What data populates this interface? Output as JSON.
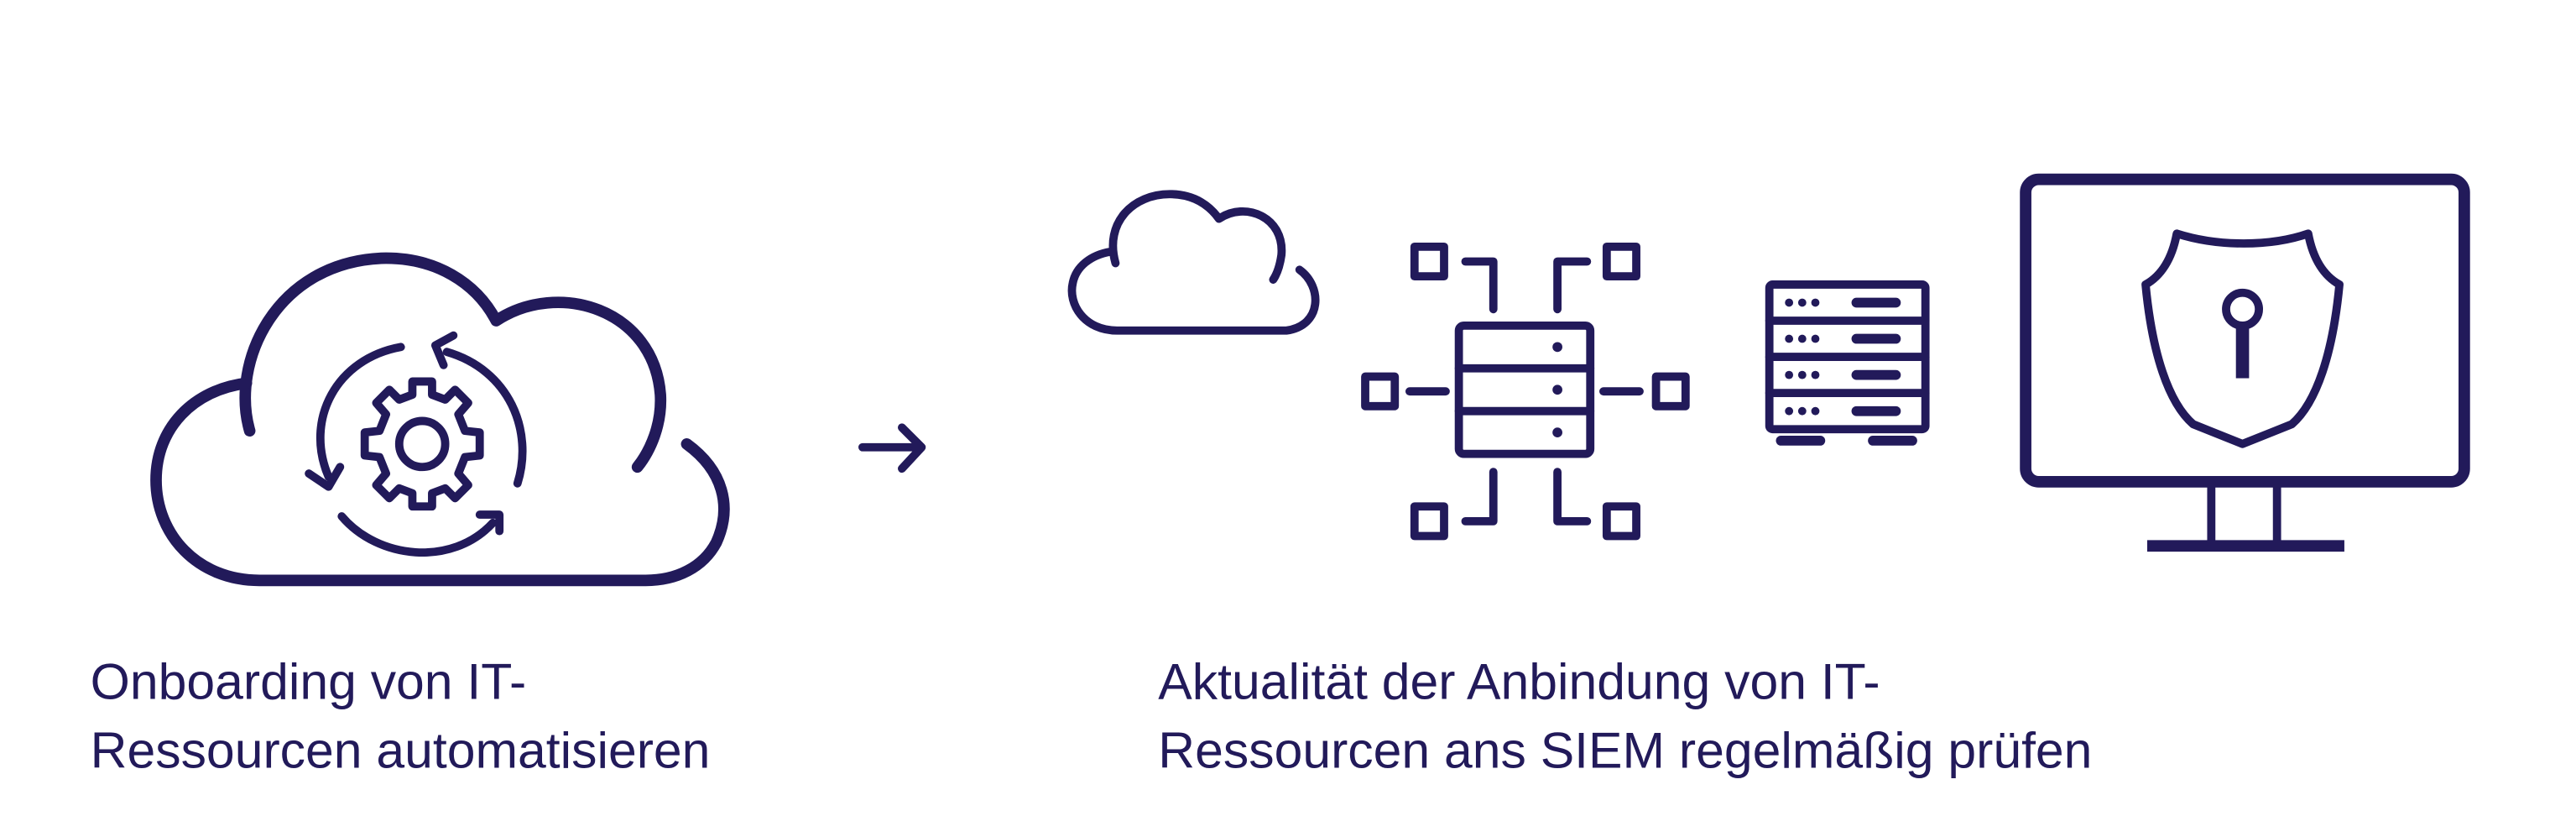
{
  "left_step": {
    "line1": "Onboarding von IT-",
    "line2": "Ressourcen automatisieren",
    "icon": "cloud-gear-sync-icon"
  },
  "arrow_icon": "arrow-right-icon",
  "right_step": {
    "line1": "Aktualität der Anbindung von IT-",
    "line2": "Ressourcen ans SIEM regelmäßig prüfen",
    "icons": [
      "cloud-icon",
      "network-server-icon",
      "server-rack-icon",
      "monitor-shield-lock-icon"
    ]
  },
  "colors": {
    "primary": "#221a5a",
    "background": "#ffffff"
  }
}
